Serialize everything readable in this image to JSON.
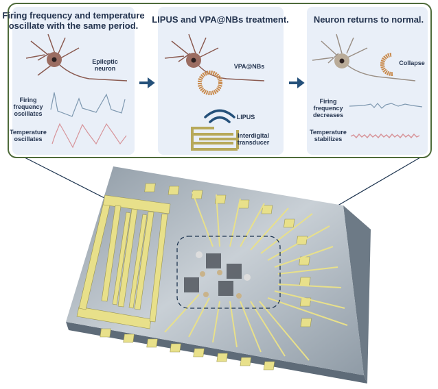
{
  "panels": [
    {
      "title_line1": "Firing frequency and temperature",
      "title_line2": "oscillate with the same period.",
      "neuron_label_line1": "Epileptic",
      "neuron_label_line2": "neuron",
      "firing_label": [
        "Firing",
        "frequency",
        "oscillates"
      ],
      "temp_label": [
        "Temperature",
        "oscillates"
      ]
    },
    {
      "title": "LIPUS and VPA@NBs treatment.",
      "nb_label": "VPA@NBs",
      "lipus_label": "LIPUS",
      "transducer_label": [
        "Interdigital",
        "transducer"
      ]
    },
    {
      "title": "Neuron returns to normal.",
      "collapse_label": "Collapse",
      "firing_label": [
        "Firing",
        "frequency",
        "decreases"
      ],
      "temp_label": [
        "Temperature",
        "stabilizes"
      ]
    }
  ],
  "colors": {
    "frame": "#4e6b3a",
    "panel_bg": "#e9eff8",
    "arrow": "#24507a",
    "electrode": "#e8e08a",
    "chip": "#9aa6b0",
    "firing_line": "#7e98b0",
    "temp_line": "#d7949a"
  }
}
